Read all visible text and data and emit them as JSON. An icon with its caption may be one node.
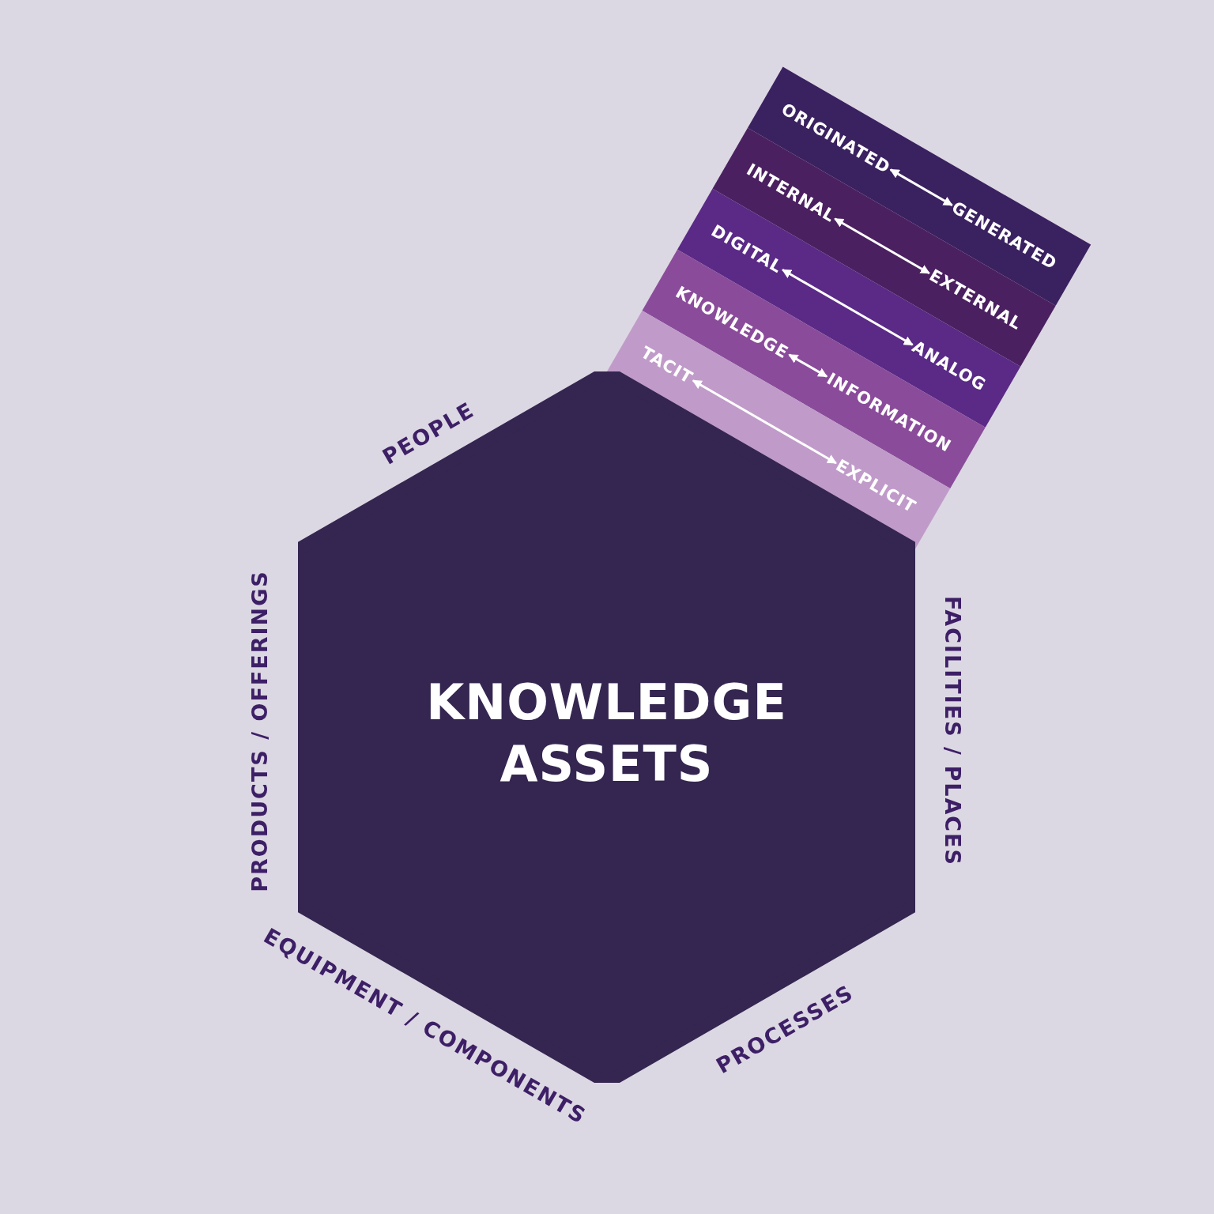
{
  "diagram": {
    "nodes": [
      {
        "text": [
          "KNOWLEDGE ASSETS"
        ]
      },
      {
        "text": [
          "ORIGINATED"
        ]
      },
      {
        "text": [
          "GENERATED"
        ]
      },
      {
        "text": [
          "INTERNAL"
        ]
      },
      {
        "text": [
          "EXTERNAL"
        ]
      },
      {
        "text": [
          "DIGITAL"
        ]
      },
      {
        "text": [
          "ANALOG"
        ]
      },
      {
        "text": [
          "KNOWLEDGE"
        ]
      },
      {
        "text": [
          "INFORMATION"
        ]
      },
      {
        "text": [
          "TACIT"
        ]
      },
      {
        "text": [
          "EXPLICIT"
        ]
      }
    ],
    "edges": [
      {
        "from": 1,
        "to": 2,
        "arrow": "both"
      },
      {
        "from": 3,
        "to": 4,
        "arrow": "both"
      },
      {
        "from": 5,
        "to": 6,
        "arrow": "both"
      },
      {
        "from": 7,
        "to": 8,
        "arrow": "both"
      },
      {
        "from": 9,
        "to": 10,
        "arrow": "both"
      }
    ],
    "labels": [
      "PEOPLE",
      "PRODUCTS / OFFERINGS",
      "FACILITIES / PLACES",
      "EQUIPMENT / COMPONENTS",
      "PROCESSES"
    ]
  }
}
